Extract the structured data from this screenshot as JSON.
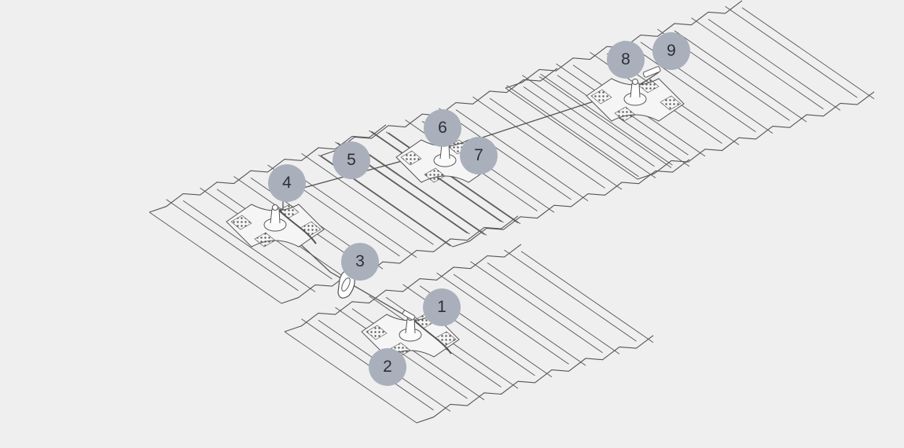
{
  "colors": {
    "background": "#efefef",
    "callout_fill": "#a9b0bc",
    "callout_text": "#2b2f36",
    "line": "#555555"
  },
  "callouts": [
    {
      "label": "1"
    },
    {
      "label": "2"
    },
    {
      "label": "3"
    },
    {
      "label": "4"
    },
    {
      "label": "5"
    },
    {
      "label": "6"
    },
    {
      "label": "7"
    },
    {
      "label": "8"
    },
    {
      "label": "9"
    }
  ]
}
